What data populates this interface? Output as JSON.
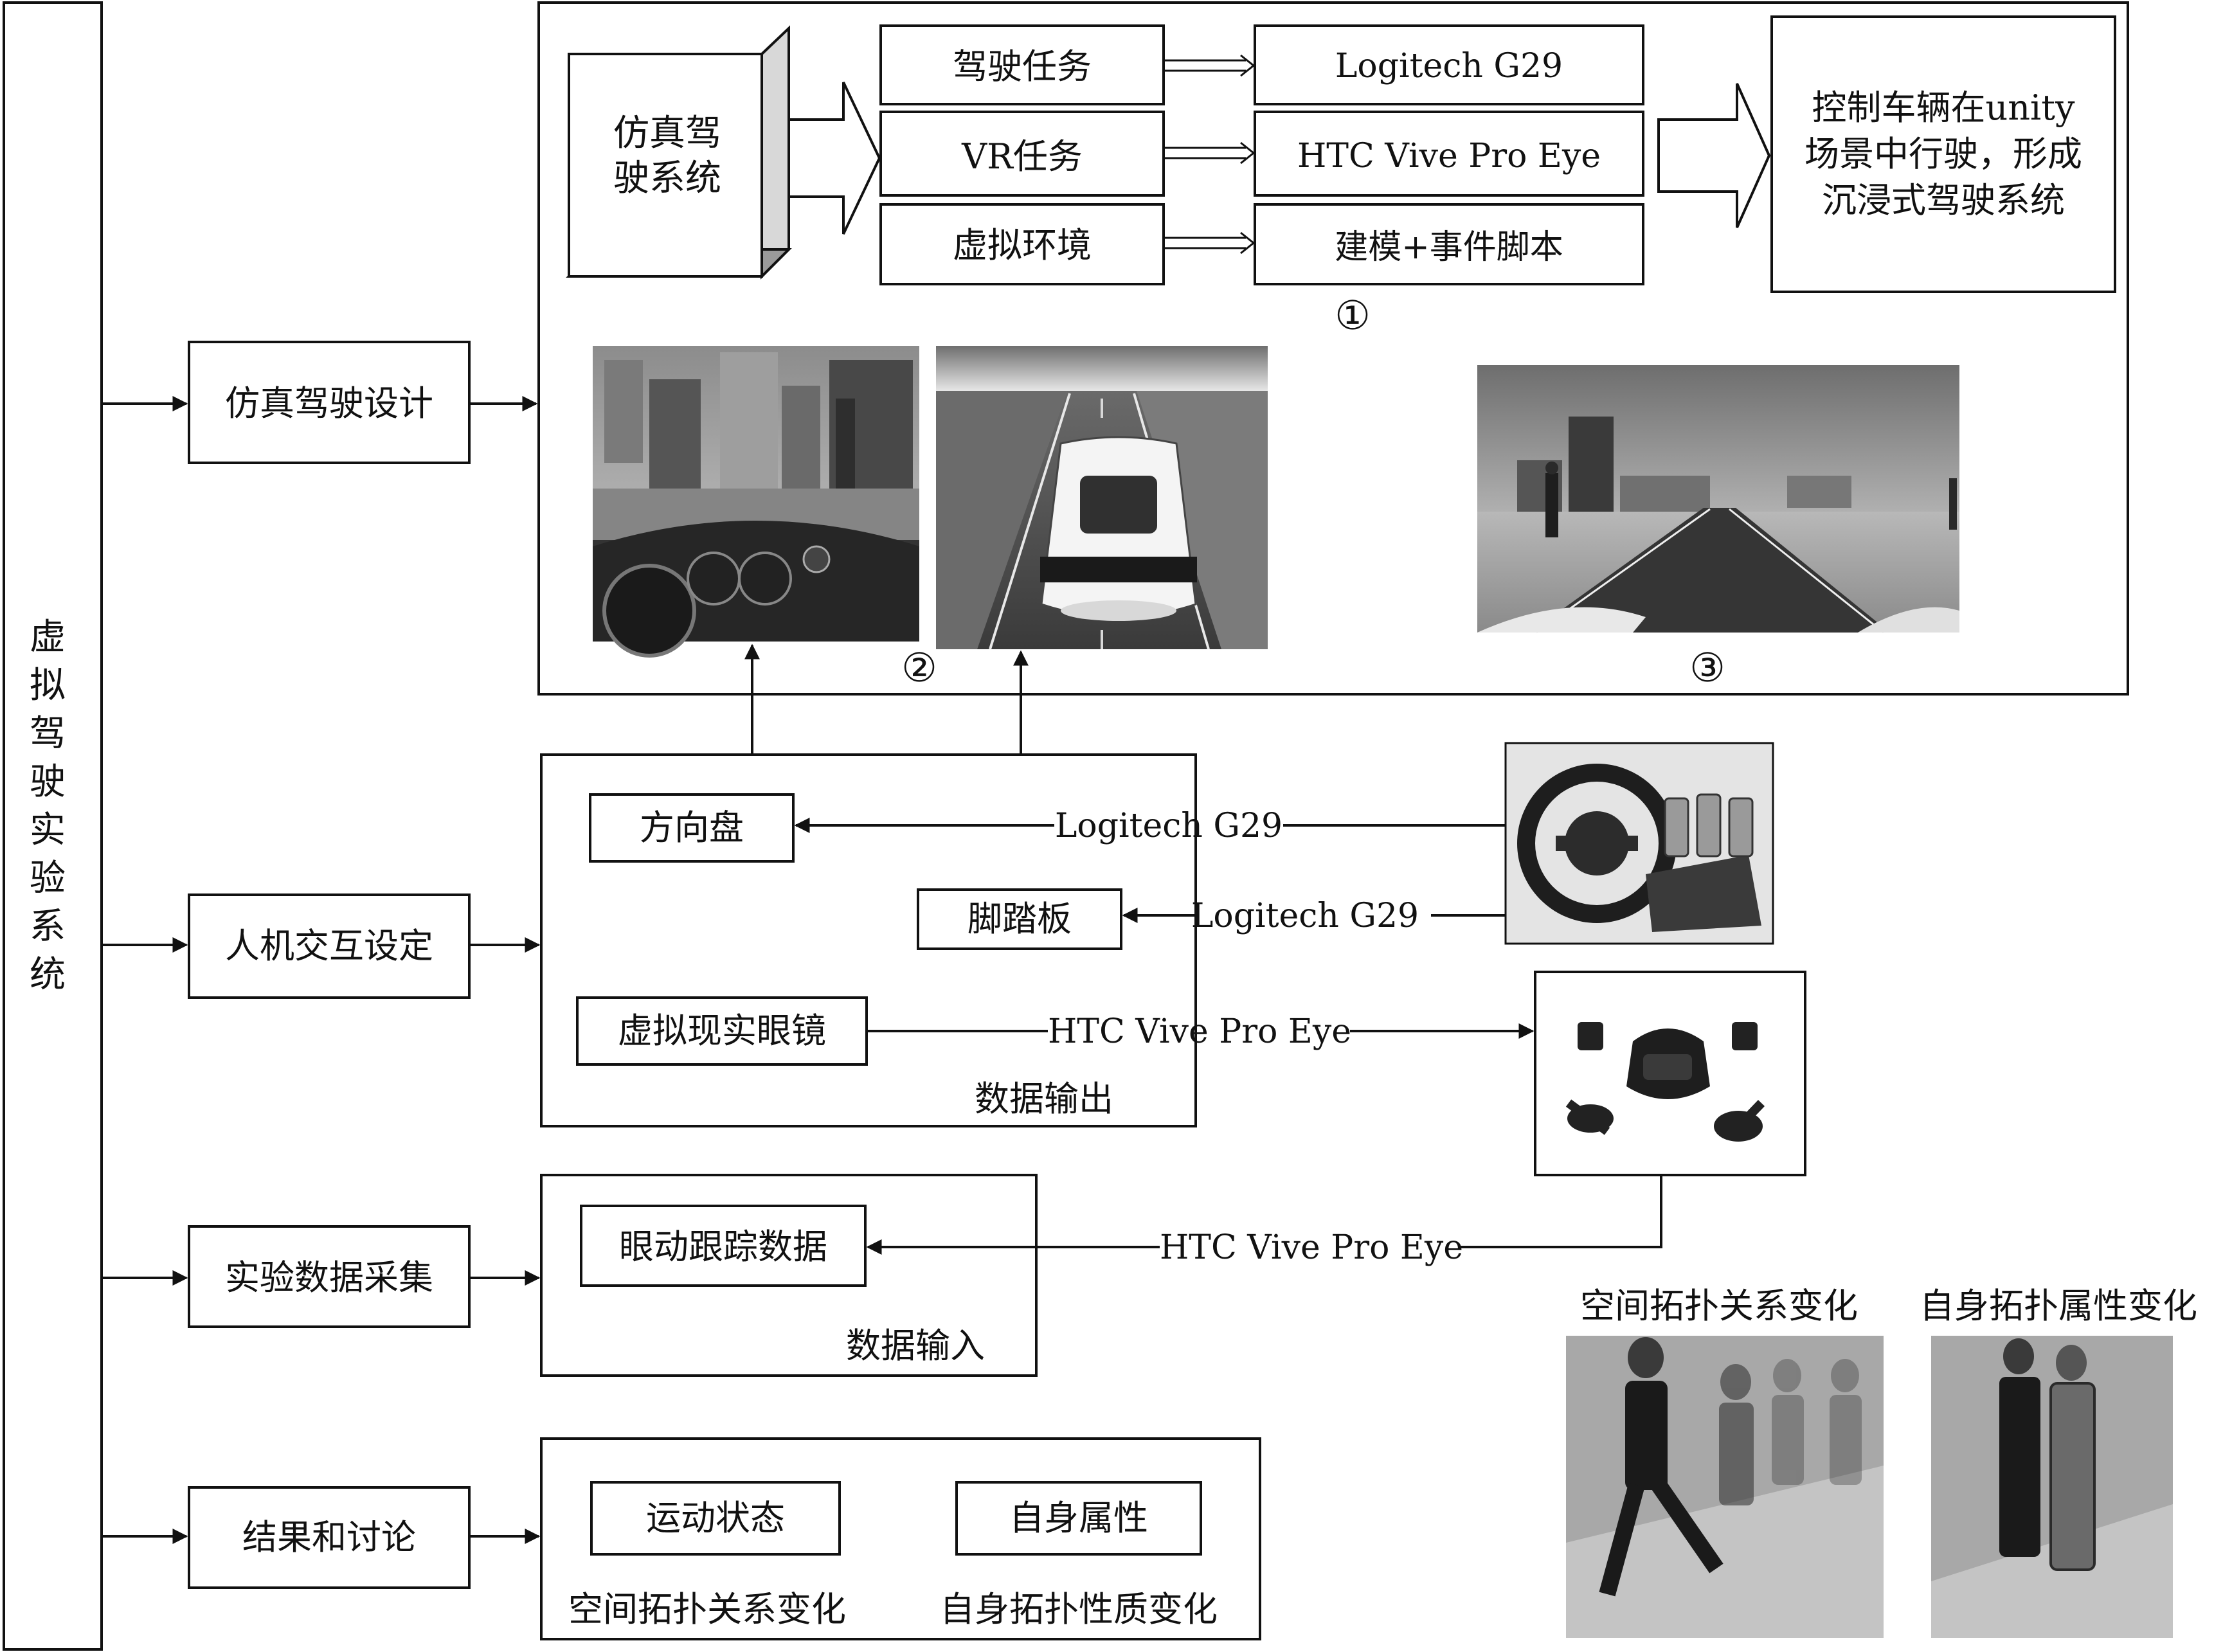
{
  "left_bar": {
    "title_chars": [
      "虚",
      "拟",
      "驾",
      "驶",
      "实",
      "验",
      "系",
      "统"
    ]
  },
  "modules": {
    "design": "仿真驾驶设计",
    "hci": "人机交互设定",
    "collect": "实验数据采集",
    "results": "结果和讨论"
  },
  "sim": {
    "system_lines": [
      "仿真驾",
      "驶系统"
    ],
    "tasks": [
      "驾驶任务",
      "VR任务",
      "虚拟环境"
    ],
    "tools": [
      "Logitech G29",
      "HTC Vive Pro Eye",
      "建模+事件脚本"
    ],
    "result_lines": [
      "控制车辆在unity",
      "场景中行驶，形成",
      "沉浸式驾驶系统"
    ],
    "markers": [
      "①",
      "②",
      "③"
    ]
  },
  "hci": {
    "steering": "方向盘",
    "pedal": "脚踏板",
    "vr_glasses": "虚拟现实眼镜",
    "steering_device": "Logitech G29",
    "pedal_device": "Logitech G29",
    "vr_device": "HTC Vive Pro Eye",
    "section_label": "数据输出"
  },
  "collect": {
    "eye_data": "眼动跟踪数据",
    "device": "HTC Vive Pro Eye",
    "section_label": "数据输入"
  },
  "results": {
    "motion_state": "运动状态",
    "self_attr": "自身属性",
    "caption_left": "空间拓扑关系变化",
    "caption_right": "自身拓扑性质变化"
  },
  "variation": {
    "spatial_title": "空间拓扑关系变化",
    "self_title": "自身拓扑属性变化"
  }
}
